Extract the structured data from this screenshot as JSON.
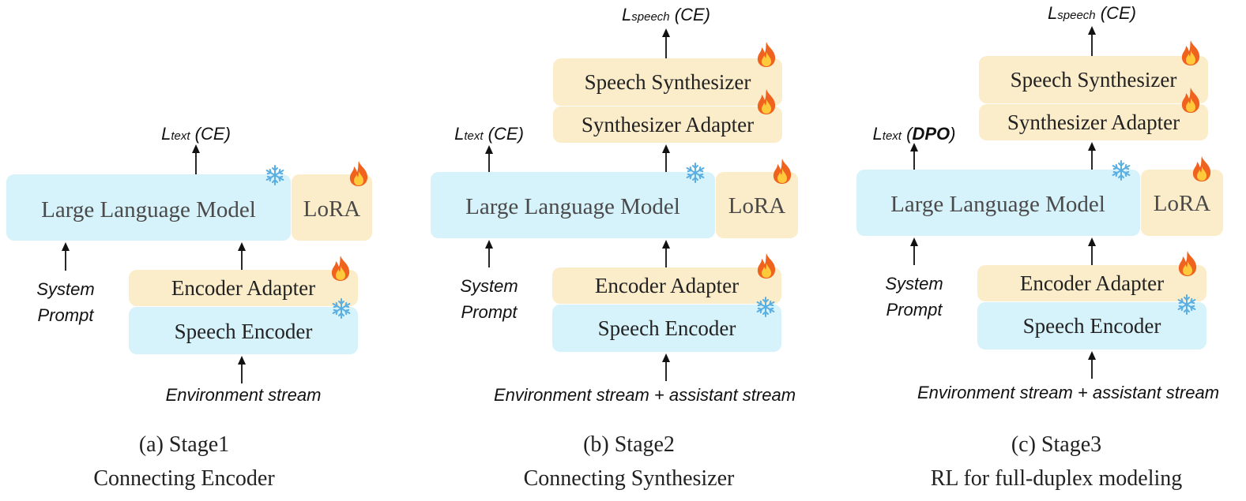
{
  "stages": [
    {
      "id": "stage1",
      "caption_line1": "(a) Stage1",
      "caption_line2": "Connecting Encoder",
      "loss_text": {
        "symbol": "L",
        "sub": "text",
        "paren_open": " (",
        "method": "CE",
        "paren_close": ")"
      },
      "llm_label": "Large Language Model",
      "lora_label": "LoRA",
      "encoder_adapter_label": "Encoder Adapter",
      "speech_encoder_label": "Speech Encoder",
      "system_prompt_line1": "System",
      "system_prompt_line2": "Prompt",
      "input_label": "Environment stream"
    },
    {
      "id": "stage2",
      "caption_line1": "(b) Stage2",
      "caption_line2": "Connecting Synthesizer",
      "loss_text": {
        "symbol": "L",
        "sub": "text",
        "paren_open": " (",
        "method": "CE",
        "paren_close": ")"
      },
      "loss_speech": {
        "symbol": "L",
        "sub": "speech",
        "paren_open": " (",
        "method": "CE",
        "paren_close": ")"
      },
      "speech_synth_label": "Speech Synthesizer",
      "synth_adapter_label": "Synthesizer Adapter",
      "llm_label": "Large Language Model",
      "lora_label": "LoRA",
      "encoder_adapter_label": "Encoder Adapter",
      "speech_encoder_label": "Speech Encoder",
      "system_prompt_line1": "System",
      "system_prompt_line2": "Prompt",
      "input_label": "Environment stream + assistant stream"
    },
    {
      "id": "stage3",
      "caption_line1": "(c) Stage3",
      "caption_line2": "RL for full-duplex modeling",
      "loss_text": {
        "symbol": "L",
        "sub": "text",
        "paren_open": " (",
        "method": "DPO",
        "paren_close": ")"
      },
      "loss_speech": {
        "symbol": "L",
        "sub": "speech",
        "paren_open": " (",
        "method": "CE",
        "paren_close": ")"
      },
      "speech_synth_label": "Speech Synthesizer",
      "synth_adapter_label": "Synthesizer Adapter",
      "llm_label": "Large Language Model",
      "lora_label": "LoRA",
      "encoder_adapter_label": "Encoder Adapter",
      "speech_encoder_label": "Speech Encoder",
      "system_prompt_line1": "System",
      "system_prompt_line2": "Prompt",
      "input_label": "Environment stream + assistant stream"
    }
  ],
  "colors": {
    "frozen_fill": "#d6f2fa",
    "trainable_fill": "#fbecca",
    "fire_outer": "#f0631e",
    "fire_inner": "#ffc93c",
    "snow": "#5aaee0"
  },
  "icon_meaning": {
    "fire": "fire-icon",
    "snowflake": "snowflake-icon"
  }
}
